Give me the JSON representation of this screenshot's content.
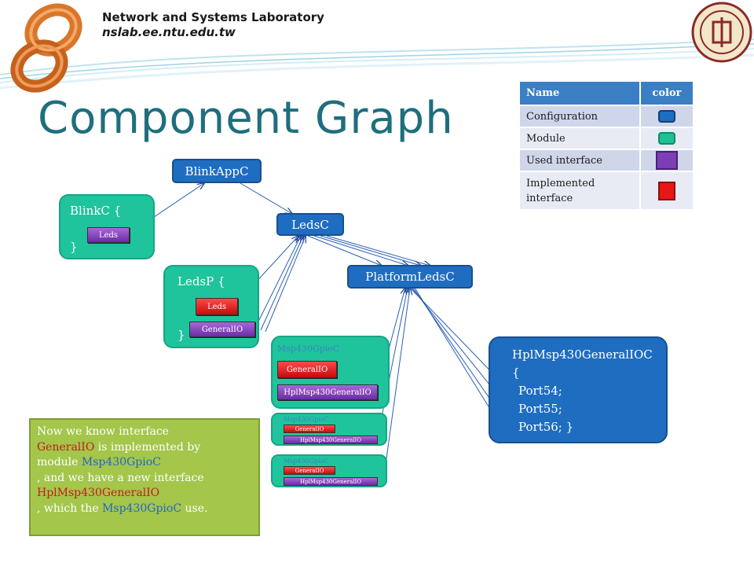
{
  "header": {
    "lab_name": "Network and Systems Laboratory",
    "lab_url": "nslab.ee.ntu.edu.tw",
    "logo_icon": "infinity-logo-icon",
    "seal_icon": "university-seal-icon"
  },
  "title": "Component Graph",
  "legend": {
    "headers": [
      "Name",
      "color"
    ],
    "rows": [
      {
        "name": "Configuration",
        "color": "#1f6dc1"
      },
      {
        "name": "Module",
        "color": "#1fbf95"
      },
      {
        "name": "Used interface",
        "color": "#7b3fb3"
      },
      {
        "name": "Implemented interface",
        "color": "#e81616"
      }
    ]
  },
  "nodes": {
    "blinkappc": "BlinkAppC",
    "ledsc": "LedsC",
    "platformledsc": "PlatformLedsC",
    "blinkc": {
      "open": "BlinkC {",
      "close": "}",
      "used": "Leds"
    },
    "ledsp": {
      "open": "LedsP {",
      "close": "}",
      "impl": "Leds",
      "used": "GeneralIO"
    },
    "gpio": [
      {
        "name": "Msp430GpioC",
        "impl": "GeneralIO",
        "used": "HplMsp430GeneralIO"
      },
      {
        "name": "Msp430GpioC",
        "impl": "GeneralIO",
        "used": "HplMsp430GeneralIO"
      },
      {
        "name": "Msp430GpioC",
        "impl": "GeneralIO",
        "used": "HplMsp430GeneralIO"
      }
    ],
    "hpl": {
      "line1": "HplMsp430GeneralIOC",
      "line2": "{",
      "line3": "Port54;",
      "line4": "Port55;",
      "line5": "Port56;   }"
    }
  },
  "note": {
    "p1": "Now we know interface",
    "p2_red": "GeneralIO",
    "p2_rest": " is implemented by",
    "p3": "module ",
    "p3_blue": "Msp430GpioC",
    "p4": ", and we have a new interface",
    "p5_red": "HplMsp430GeneralIO",
    "p6": ", which the ",
    "p6_blue": "Msp430GpioC",
    "p6_rest": " use."
  },
  "colors": {
    "configuration": "#1f6dc1",
    "module": "#1fbf95",
    "used_interface": "#7b3fb3",
    "implemented_interface": "#e81616",
    "title": "#1f6e7e",
    "note_bg": "#a3c64b"
  }
}
